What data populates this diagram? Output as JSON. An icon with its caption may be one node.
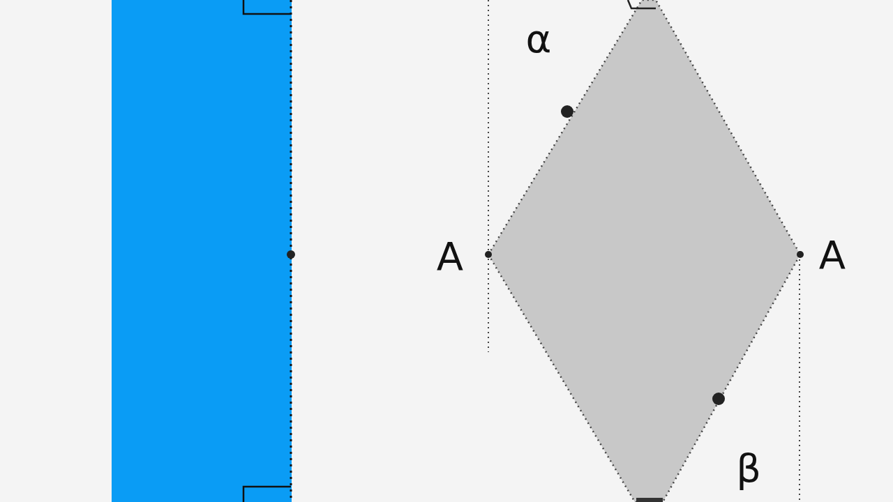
{
  "diagram": {
    "labels": [
      "α",
      "A",
      "A",
      "β"
    ]
  }
}
